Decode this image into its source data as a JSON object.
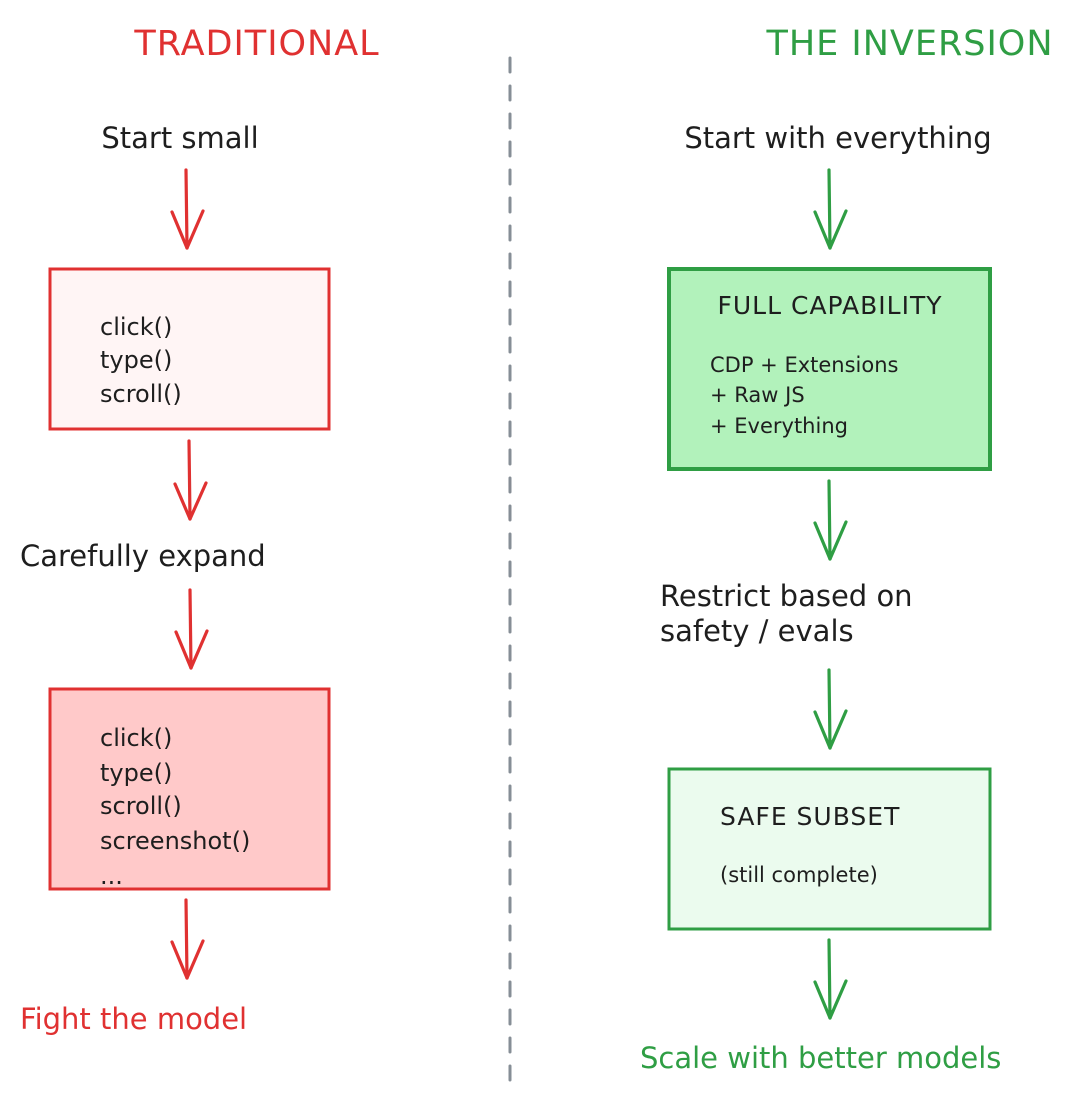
{
  "left": {
    "title": "TRADITIONAL",
    "start": "Start small",
    "box1": {
      "lines": [
        "click()",
        "type()",
        "scroll()"
      ]
    },
    "middle": "Carefully expand",
    "box2": {
      "lines": [
        "click()",
        "type()",
        "scroll()",
        "screenshot()",
        "..."
      ]
    },
    "end": "Fight the model"
  },
  "right": {
    "title": "THE INVERSION",
    "start": "Start with everything",
    "box1": {
      "title": "FULL CAPABILITY",
      "lines": [
        "CDP + Extensions",
        "+ Raw JS",
        "+ Everything"
      ]
    },
    "middle": [
      "Restrict based on",
      "safety / evals"
    ],
    "box2": {
      "title": "SAFE SUBSET",
      "lines": [
        "(still complete)"
      ]
    },
    "end": "Scale with better models"
  },
  "colors": {
    "red": "#e03131",
    "red_box_light": "#fff5f5",
    "red_box_fill": "#ffc9c9",
    "green": "#2f9e44",
    "green_box_fill": "#b2f2bb",
    "green_box_light": "#ebfbee",
    "divider": "#868e96",
    "ink": "#1e1e1e"
  }
}
